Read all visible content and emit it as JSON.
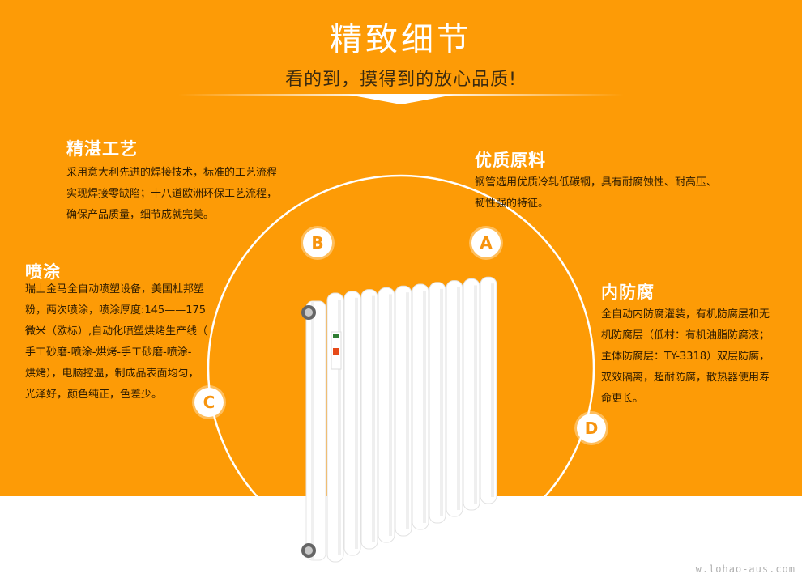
{
  "header": {
    "title": "精致细节",
    "subtitle": "看的到，摸得到的放心品质!"
  },
  "features": {
    "craft": {
      "title": "精湛工艺",
      "lines": [
        "采用意大利先进的焊接技术，标准的工艺流程",
        "实现焊接零缺陷；十八道欧洲环保工艺流程，",
        "确保产品质量，细节成就完美。"
      ]
    },
    "material": {
      "title": "优质原料",
      "lines": [
        "钢管选用优质冷轧低碳钢，具有耐腐蚀性、耐高压、",
        "韧性强的特征。"
      ]
    },
    "spray": {
      "title": "喷涂",
      "lines": [
        "瑞士金马全自动喷塑设备，美国杜邦塑",
        "粉，两次喷涂，喷涂厚度:145——175",
        "微米（欧标）,自动化喷塑烘烤生产线（",
        "手工砂磨-喷涂-烘烤-手工砂磨-喷涂-",
        "烘烤），电脑控温，制成品表面均匀，",
        "光泽好，颜色纯正，色差少。"
      ]
    },
    "anticorrosion": {
      "title": "内防腐",
      "lines": [
        "全自动内防腐灌装，有机防腐层和无",
        "机防腐层（低村：有机油脂防腐液；",
        "主体防腐层：TY-3318）双层防腐，",
        "双效隔离，超耐防腐，散热器使用寿",
        "命更长。"
      ]
    }
  },
  "badges": {
    "a": "A",
    "b": "B",
    "c": "C",
    "d": "D"
  },
  "watermark": "w.lohao-aus.com",
  "colors": {
    "orange": "#fd9b06",
    "white": "#ffffff",
    "text_dark": "#2d1b00"
  },
  "image": {
    "subject": "radiator-icon"
  }
}
